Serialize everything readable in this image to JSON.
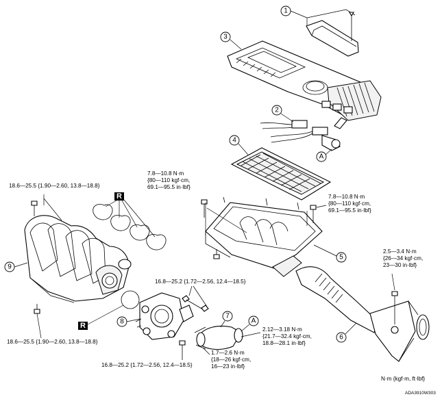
{
  "callouts": {
    "c1": "1",
    "c2": "2",
    "c3": "3",
    "c4": "4",
    "c5": "5",
    "c6": "6",
    "c7": "7",
    "c8": "8",
    "c9": "9",
    "a_top": "A",
    "a_bottom": "A"
  },
  "r_marks": {
    "r1": "R",
    "r2": "R"
  },
  "torque": {
    "manifold_top": "18.6—25.5 {1.90—2.60, 13.8—18.8}",
    "manifold_bottom": "18.6—25.5 {1.90—2.60, 13.8—18.8}",
    "cleaner_left": [
      "7.8—10.8 N·m",
      "{80—110 kgf·cm,",
      "69.1—95.5 in·lbf}"
    ],
    "cleaner_right": [
      "7.8—10.8 N·m",
      "{80—110 kgf·cm,",
      "69.1—95.5 in·lbf}"
    ],
    "throttle_top": "16.8—25.2 {1.72—2.56, 12.4—18.5}",
    "throttle_bottom": "16.8—25.2 {1.72—2.56, 12.4—18.5}",
    "bracket": [
      "2.5—3.4 N·m",
      "{26—34 kgf·cm,",
      "23—30 in·lbf}"
    ],
    "hose_upper": [
      "2.12—3.18 N·m",
      "{21.7—32.4 kgf·cm,",
      "18.8—28.1 in·lbf}"
    ],
    "hose_lower": [
      "1.7—2.6 N·m",
      "{18—26 kgf·cm,",
      "16—23 in·lbf}"
    ]
  },
  "units_note": "N·m {kgf·m, ft·lbf}",
  "figure_id": "ADA3910W303"
}
